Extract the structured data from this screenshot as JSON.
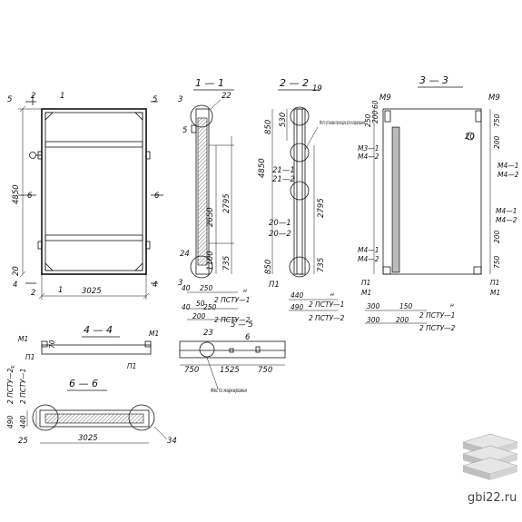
{
  "watermark": {
    "text": "gbi22.ru"
  },
  "elevation": {
    "height": "4850",
    "width": "3025",
    "bottom_offset": "20",
    "mark_1": "1",
    "mark_2": "2",
    "mark_4": "4",
    "mark_5": "5",
    "mark_6": "6"
  },
  "section_1": {
    "title": "1 — 1",
    "callout_22": "22",
    "callout_5": "5",
    "callout_24": "24",
    "callout_3": "3",
    "dim_2650": "2650",
    "dim_2795": "2795",
    "dim_1100": "1100",
    "dim_735": "735",
    "dim_40": "40",
    "dim_250": "250",
    "dim_50": "50",
    "dim_200": "200",
    "dim_40b": "40",
    "dim_250b": "250",
    "brand_1": "2 ПСТУ—1",
    "brand_2": "2 ПСТУ—2",
    "brand_mark": "н"
  },
  "section_2": {
    "title": "2 — 2",
    "callout_19": "19",
    "note_gasket": "Место установки прокладки для складирования",
    "dim_850": "850",
    "dim_530": "530",
    "dim_4850": "4850",
    "dim_2795": "2795",
    "dim_850b": "850",
    "dim_735": "735",
    "tag_21_1": "21—1",
    "tag_21_2": "21—2",
    "tag_20_1": "20—1",
    "tag_20_2": "20—2",
    "dim_440": "440",
    "dim_490": "490",
    "brand_1": "2 ПСТУ—1",
    "brand_2": "2 ПСТУ—2",
    "tag_p1": "П1",
    "brand_mark": "н"
  },
  "section_3": {
    "title": "3 — 3",
    "tag_m9_left": "М9",
    "tag_m9_right": "М9",
    "dim_250": "250",
    "dim_200": "200",
    "dim_60": "60",
    "dim_750": "750",
    "dim_200b": "200",
    "tag_m3_1": "М3—1",
    "tag_m4_2": "М4—2",
    "tag_m4_1r": "М4—1",
    "tag_m4_2r": "М4—2",
    "tag_m4_1r2": "М4—1",
    "tag_m4_2r2": "М4—2",
    "dim_200c": "200",
    "dim_750b": "750",
    "tag_m4_1l": "М4—1",
    "tag_m4_2l": "М4—2",
    "callout_20": "20",
    "tag_p1": "П1",
    "tag_m1": "М1",
    "tag_p1r": "П1",
    "tag_m1r": "М1",
    "dim_300": "300",
    "dim_150": "150",
    "dim_300b": "300",
    "dim_200d": "200",
    "brand_1": "2 ПСТУ—1",
    "brand_2": "2 ПСТУ—2",
    "brand_mark": "н"
  },
  "section_4": {
    "title": "4 — 4",
    "tag_m1_left": "М1",
    "tag_m1_right": "М1",
    "dim_70": "70",
    "tag_p1_left": "П1",
    "tag_p1_right": "П1"
  },
  "section_5": {
    "title": "5 — 5",
    "callout_23": "23",
    "callout_6": "6",
    "dim_750": "750",
    "dim_1525": "1525",
    "dim_750b": "750",
    "note_marking": "Место маркировки"
  },
  "section_6": {
    "title": "6 — 6",
    "dim_490": "490",
    "dim_440": "440",
    "dim_3025": "3025",
    "callout_25": "25",
    "callout_34": "34",
    "brand_1": "2 ПСТУ—1",
    "brand_2": "2 ПСТУ—2",
    "brand_mark": "н"
  }
}
